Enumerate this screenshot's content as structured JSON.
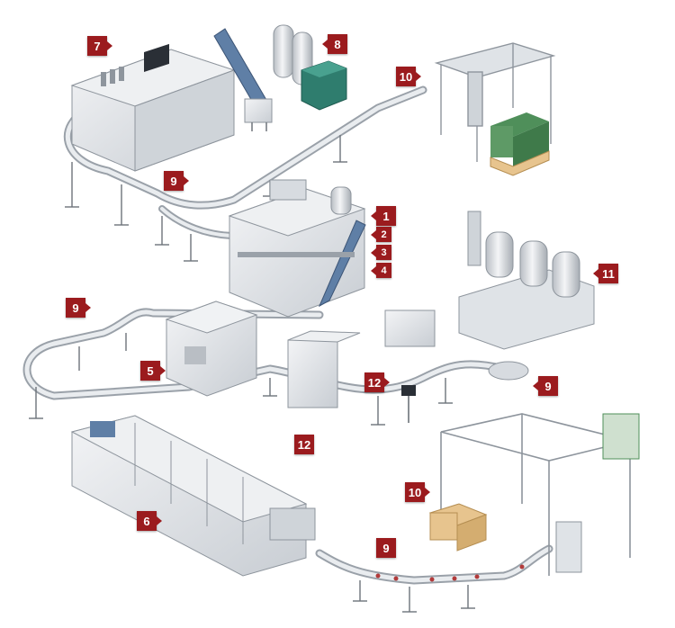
{
  "colors": {
    "badge": "#9b1b1e",
    "steel_light": "#e6e8eb",
    "steel_mid": "#c3c8ce",
    "steel_dark": "#8e959d",
    "tank_green": "#2f7d6e",
    "pallet_wood": "#e7c48e",
    "bottle_red": "#b23a3a",
    "bottle_green": "#4f8f5a"
  },
  "labels": {
    "l1": "1",
    "l2": "2",
    "l3": "3",
    "l4": "4",
    "l5": "5",
    "l6": "6",
    "l7": "7",
    "l8": "8",
    "l9a": "9",
    "l9b": "9",
    "l9c": "9",
    "l9d": "9",
    "l10a": "10",
    "l10b": "10",
    "l11": "11",
    "l12a": "12",
    "l12b": "12"
  }
}
